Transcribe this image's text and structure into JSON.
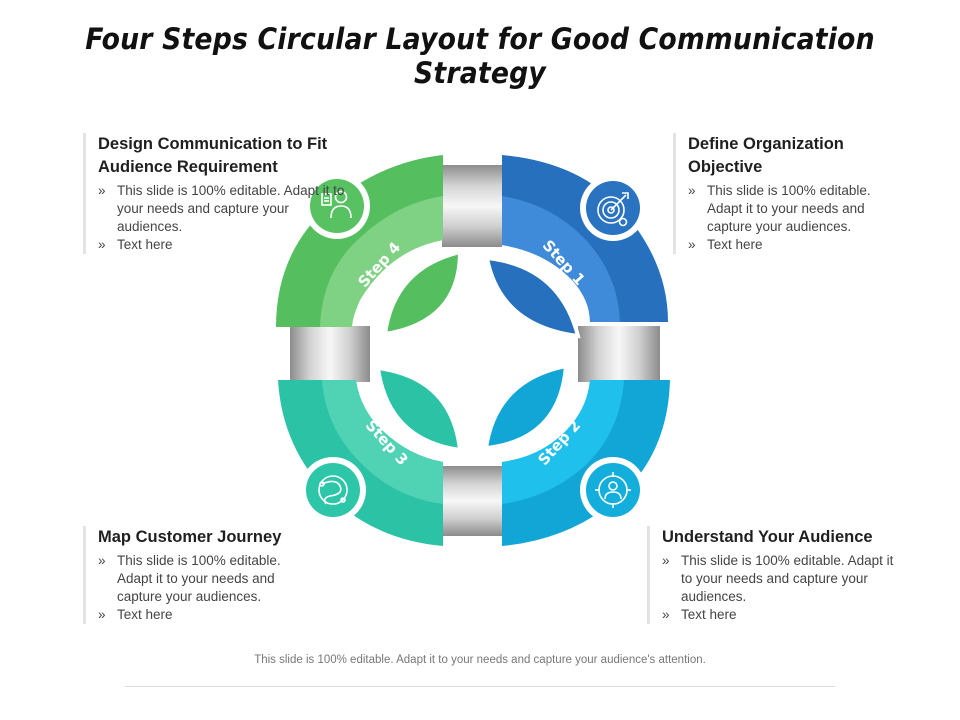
{
  "title": "Four Steps Circular Layout for Good Communication Strategy",
  "steps": [
    {
      "label": "Step 1",
      "heading": "Define Organization Objective",
      "bullets": [
        "This slide is 100% editable. Adapt it to your needs and capture your audiences.",
        "Text here"
      ],
      "icon": "target-icon",
      "colors": {
        "outer": "#2770bd",
        "inner": "#3f8bd9",
        "icon": "#2a73c0"
      }
    },
    {
      "label": "Step 2",
      "heading": "Understand Your Audience",
      "bullets": [
        "This slide is 100% editable. Adapt it to your needs and capture your audiences.",
        "Text here"
      ],
      "icon": "audience-target-icon",
      "colors": {
        "outer": "#12a6d6",
        "inner": "#1fc0ec",
        "icon": "#14aedd"
      }
    },
    {
      "label": "Step 3",
      "heading": "Map Customer Journey",
      "bullets": [
        "This slide is 100% editable. Adapt it to your needs and capture your audiences.",
        "Text here"
      ],
      "icon": "journey-map-icon",
      "colors": {
        "outer": "#2cc2a6",
        "inner": "#50d3b5",
        "icon": "#2ec6a8"
      }
    },
    {
      "label": "Step 4",
      "heading": "Design Communication to Fit Audience Requirement",
      "bullets": [
        "This slide is 100% editable. Adapt it to your needs and capture your audiences.",
        "Text here"
      ],
      "icon": "presenter-icon",
      "colors": {
        "outer": "#55bf5f",
        "inner": "#7fd283",
        "icon": "#58c263"
      }
    }
  ],
  "footer": "This slide is 100% editable. Adapt it to your needs and capture your audience's attention."
}
